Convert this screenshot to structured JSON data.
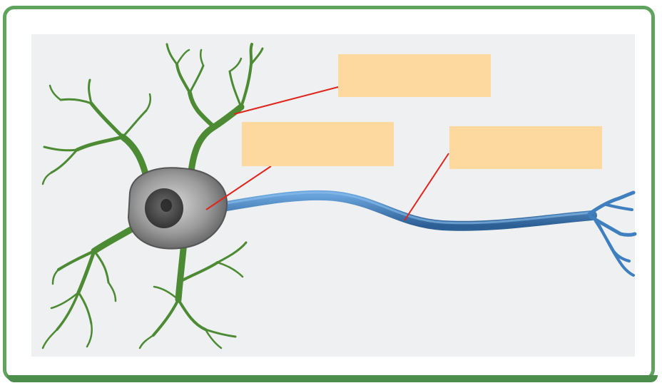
{
  "diagram": {
    "labels": [
      "",
      "",
      ""
    ],
    "colors": {
      "frame": "#5fa35f",
      "panel": "#eef0f1",
      "label_box": "#fdd9a0",
      "leader_line": "#e0241b",
      "dendrite": "#4c8a34",
      "axon": "#3f7fbf",
      "cell_body": "#8c8c8c",
      "nucleus": "#555555"
    },
    "parts": [
      "dendrite",
      "cell-body",
      "axon",
      "axon-terminal",
      "nucleus"
    ]
  }
}
